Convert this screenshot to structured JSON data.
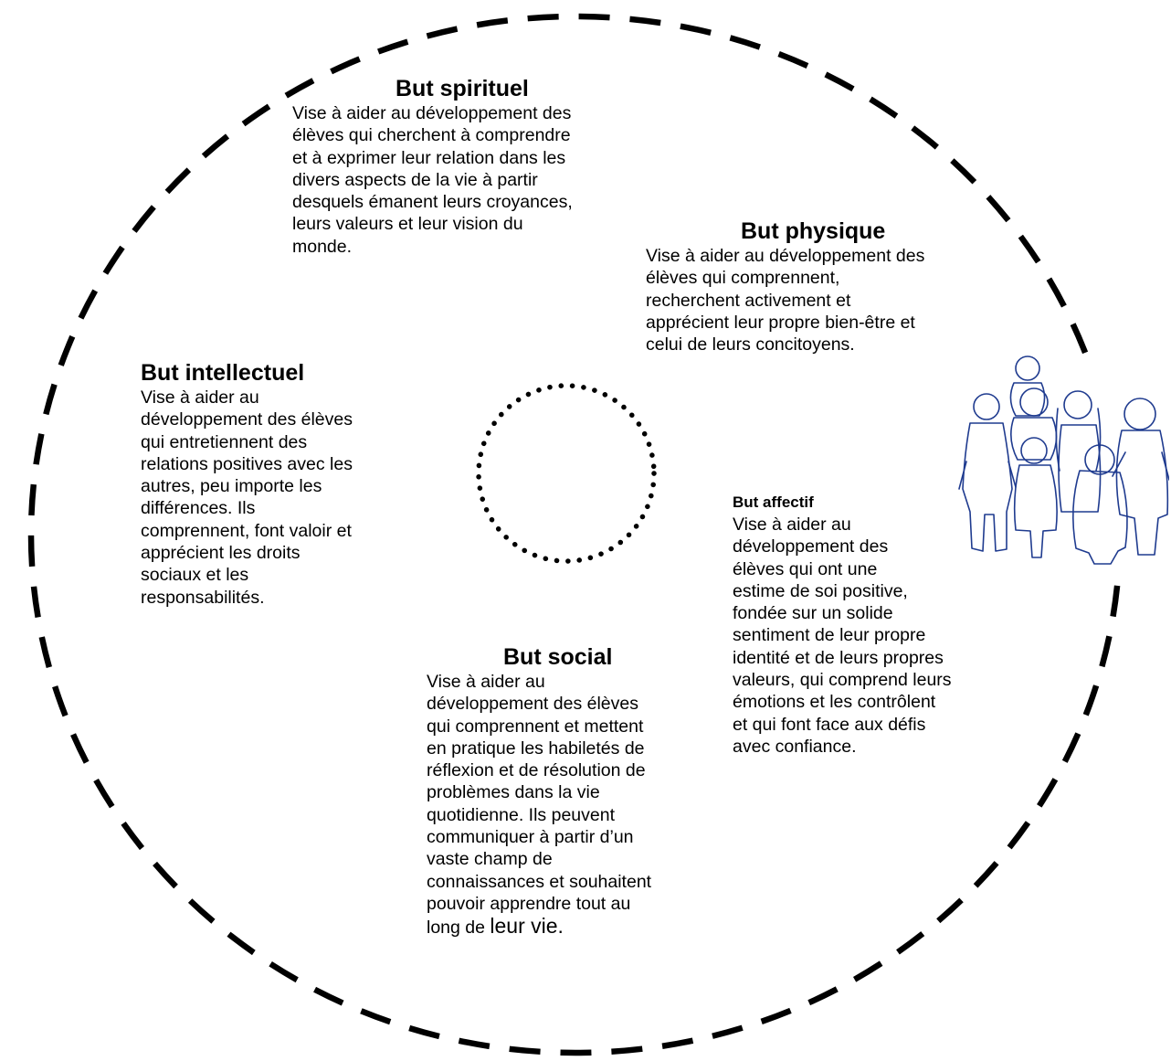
{
  "goals": {
    "spiritual": {
      "title": "But spirituel",
      "body": "Vise à aider au développement des\nélèves qui cherchent à comprendre\net à exprimer leur relation dans les\ndivers aspects de la vie à partir\ndesquels émanent leurs croyances,\nleurs valeurs et leur vision du\nmonde."
    },
    "physical": {
      "title": "But physique",
      "body": "Vise à aider au développement des\nélèves qui comprennent,\nrecherchent activement et\napprécient leur propre bien-être et\ncelui de leurs concitoyens."
    },
    "intellectual": {
      "title": "But intellectuel",
      "body": "Vise à aider au\ndéveloppement des élèves\nqui entretiennent des\nrelations positives avec les\nautres, peu importe les\ndifférences. Ils\ncomprennent, font valoir et\napprécient les droits\nsociaux et les\nresponsabilités."
    },
    "affective": {
      "title": "But affectif",
      "body": "Vise à aider au\ndéveloppement des\nélèves qui ont une\nestime de soi positive,\nfondée sur un solide\nsentiment de leur propre\nidentité et de leurs propres\nvaleurs, qui comprend leurs\némotions et les contrôlent\net qui font face aux défis\navec confiance."
    },
    "social": {
      "title": "But social",
      "body": "Vise à aider au\ndéveloppement des élèves\nqui comprennent et mettent\nen pratique les habiletés de\nréflexion et de résolution de\nproblèmes dans la vie\nquotidienne. Ils peuvent\ncommuniquer à partir d’un\nvaste champ de\nconnaissances et souhaitent\npouvoir apprendre tout au\nlong de ",
      "body_end": "leur vie."
    }
  }
}
